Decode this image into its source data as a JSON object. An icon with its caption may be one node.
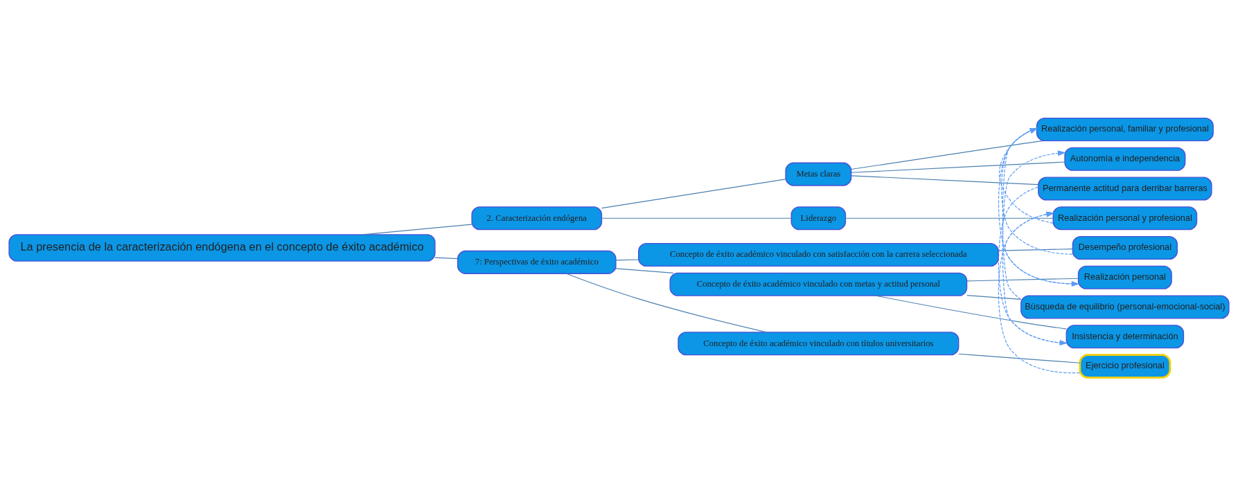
{
  "diagram": {
    "nodes": [
      {
        "text": [
          "La presencia de la caracterización endógena en el concepto de éxito académico"
        ]
      },
      {
        "text": [
          "2. Caracterización endógena"
        ]
      },
      {
        "text": [
          "Metas claras"
        ]
      },
      {
        "text": [
          "Realización personal, familiar y profesional"
        ]
      },
      {
        "text": [
          "Autonomía e independencia"
        ]
      },
      {
        "text": [
          "Permanente actitud para derribar barreras"
        ]
      },
      {
        "text": [
          "Liderazgo"
        ]
      },
      {
        "text": [
          "Realización personal y profesional"
        ]
      },
      {
        "text": [
          "7: Perspectivas de éxito académico"
        ]
      },
      {
        "text": [
          "Concepto de éxito académico vinculado con satisfacción con la carrera seleccionada"
        ]
      },
      {
        "text": [
          "Desempeño profesional"
        ]
      },
      {
        "text": [
          "Concepto de éxito académico vinculado con metas y actitud personal"
        ]
      },
      {
        "text": [
          "Realización personal"
        ]
      },
      {
        "text": [
          "Búsqueda de equilibrio (personal-emocional-social)"
        ]
      },
      {
        "text": [
          "Insistencia y determinación"
        ]
      },
      {
        "text": [
          "Concepto de éxito académico vinculado con títulos universitarios"
        ]
      },
      {
        "text": [
          "Ejercicio profesional"
        ]
      }
    ],
    "edges": [
      {
        "from": 0,
        "to": 1,
        "arrow": "none"
      },
      {
        "from": 0,
        "to": 8,
        "arrow": "none"
      },
      {
        "from": 1,
        "to": 2,
        "arrow": "none"
      },
      {
        "from": 2,
        "to": 3,
        "arrow": "none"
      },
      {
        "from": 2,
        "to": 4,
        "arrow": "none"
      },
      {
        "from": 2,
        "to": 5,
        "arrow": "none"
      },
      {
        "from": 1,
        "to": 6,
        "arrow": "none"
      },
      {
        "from": 6,
        "to": 7,
        "arrow": "none"
      },
      {
        "from": 8,
        "to": 9,
        "arrow": "none"
      },
      {
        "from": 9,
        "to": 10,
        "arrow": "none"
      },
      {
        "from": 8,
        "to": 11,
        "arrow": "none"
      },
      {
        "from": 11,
        "to": 12,
        "arrow": "none"
      },
      {
        "from": 11,
        "to": 13,
        "arrow": "none"
      },
      {
        "from": 11,
        "to": 14,
        "arrow": "none"
      },
      {
        "from": 8,
        "to": 15,
        "arrow": "none"
      },
      {
        "from": 15,
        "to": 16,
        "arrow": "none"
      },
      {
        "from": 10,
        "to": 3,
        "arrow": "to",
        "style": "dashed",
        "color": "#5b9bf5"
      },
      {
        "from": 3,
        "to": 12,
        "arrow": "to",
        "style": "dashed",
        "color": "#5b9bf5"
      },
      {
        "from": 13,
        "to": 3,
        "arrow": "to",
        "style": "dashed",
        "color": "#5b9bf5"
      },
      {
        "from": 14,
        "to": 4,
        "arrow": "to",
        "style": "dashed",
        "color": "#5b9bf5"
      },
      {
        "from": 5,
        "to": 14,
        "arrow": "to",
        "style": "dashed",
        "color": "#5b9bf5"
      },
      {
        "from": 12,
        "to": 7,
        "arrow": "to",
        "style": "dashed",
        "color": "#5b9bf5"
      },
      {
        "from": 7,
        "to": 3,
        "arrow": "to",
        "style": "dashed",
        "color": "#5b9bf5"
      },
      {
        "from": 16,
        "to": 7,
        "arrow": "to",
        "style": "dashed",
        "color": "#5b9bf5"
      }
    ]
  }
}
